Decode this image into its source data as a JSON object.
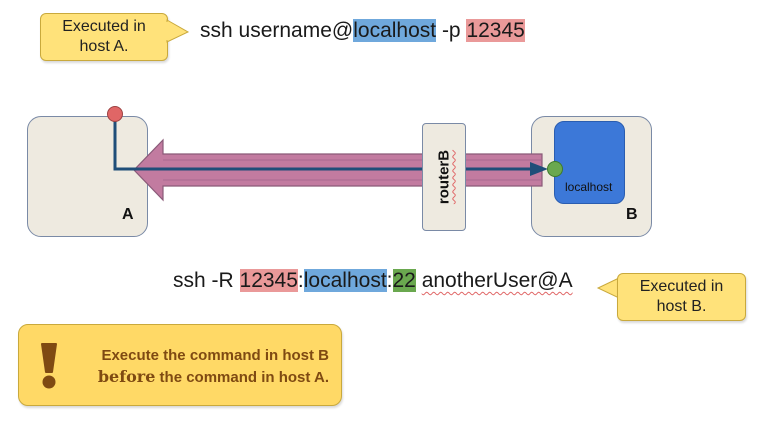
{
  "callout_a": {
    "line1": "Executed in",
    "line2": "host A."
  },
  "command_a": {
    "prefix": "ssh username@",
    "host": "localhost",
    "flag": " -p ",
    "port": "12345"
  },
  "host_a": {
    "label": "A"
  },
  "host_b": {
    "label": "B",
    "inner_label": "localhost"
  },
  "router": {
    "label": "routerB"
  },
  "command_b": {
    "prefix": "ssh -R ",
    "port": "12345",
    "sep1": ":",
    "host": "localhost",
    "sep2": ":",
    "target_port": "22",
    "user_prefix": " ",
    "user": "anotherUser@A"
  },
  "callout_b": {
    "line1": "Executed in",
    "line2": "host B."
  },
  "warning": {
    "icon": "exclamation-icon",
    "line1": "Execute the command in host B",
    "emphasis": "before",
    "line2_rest": " the command in host A."
  },
  "colors": {
    "highlight_host": "#6fa8dc",
    "highlight_port": "#ea9999",
    "highlight_target_port": "#6aa84f",
    "tunnel_arrow": "#c27ba0",
    "connection_line": "#1f4e79",
    "callout": "#ffe27a",
    "warning_box": "#ffd966",
    "warning_text": "#7f4a12"
  }
}
